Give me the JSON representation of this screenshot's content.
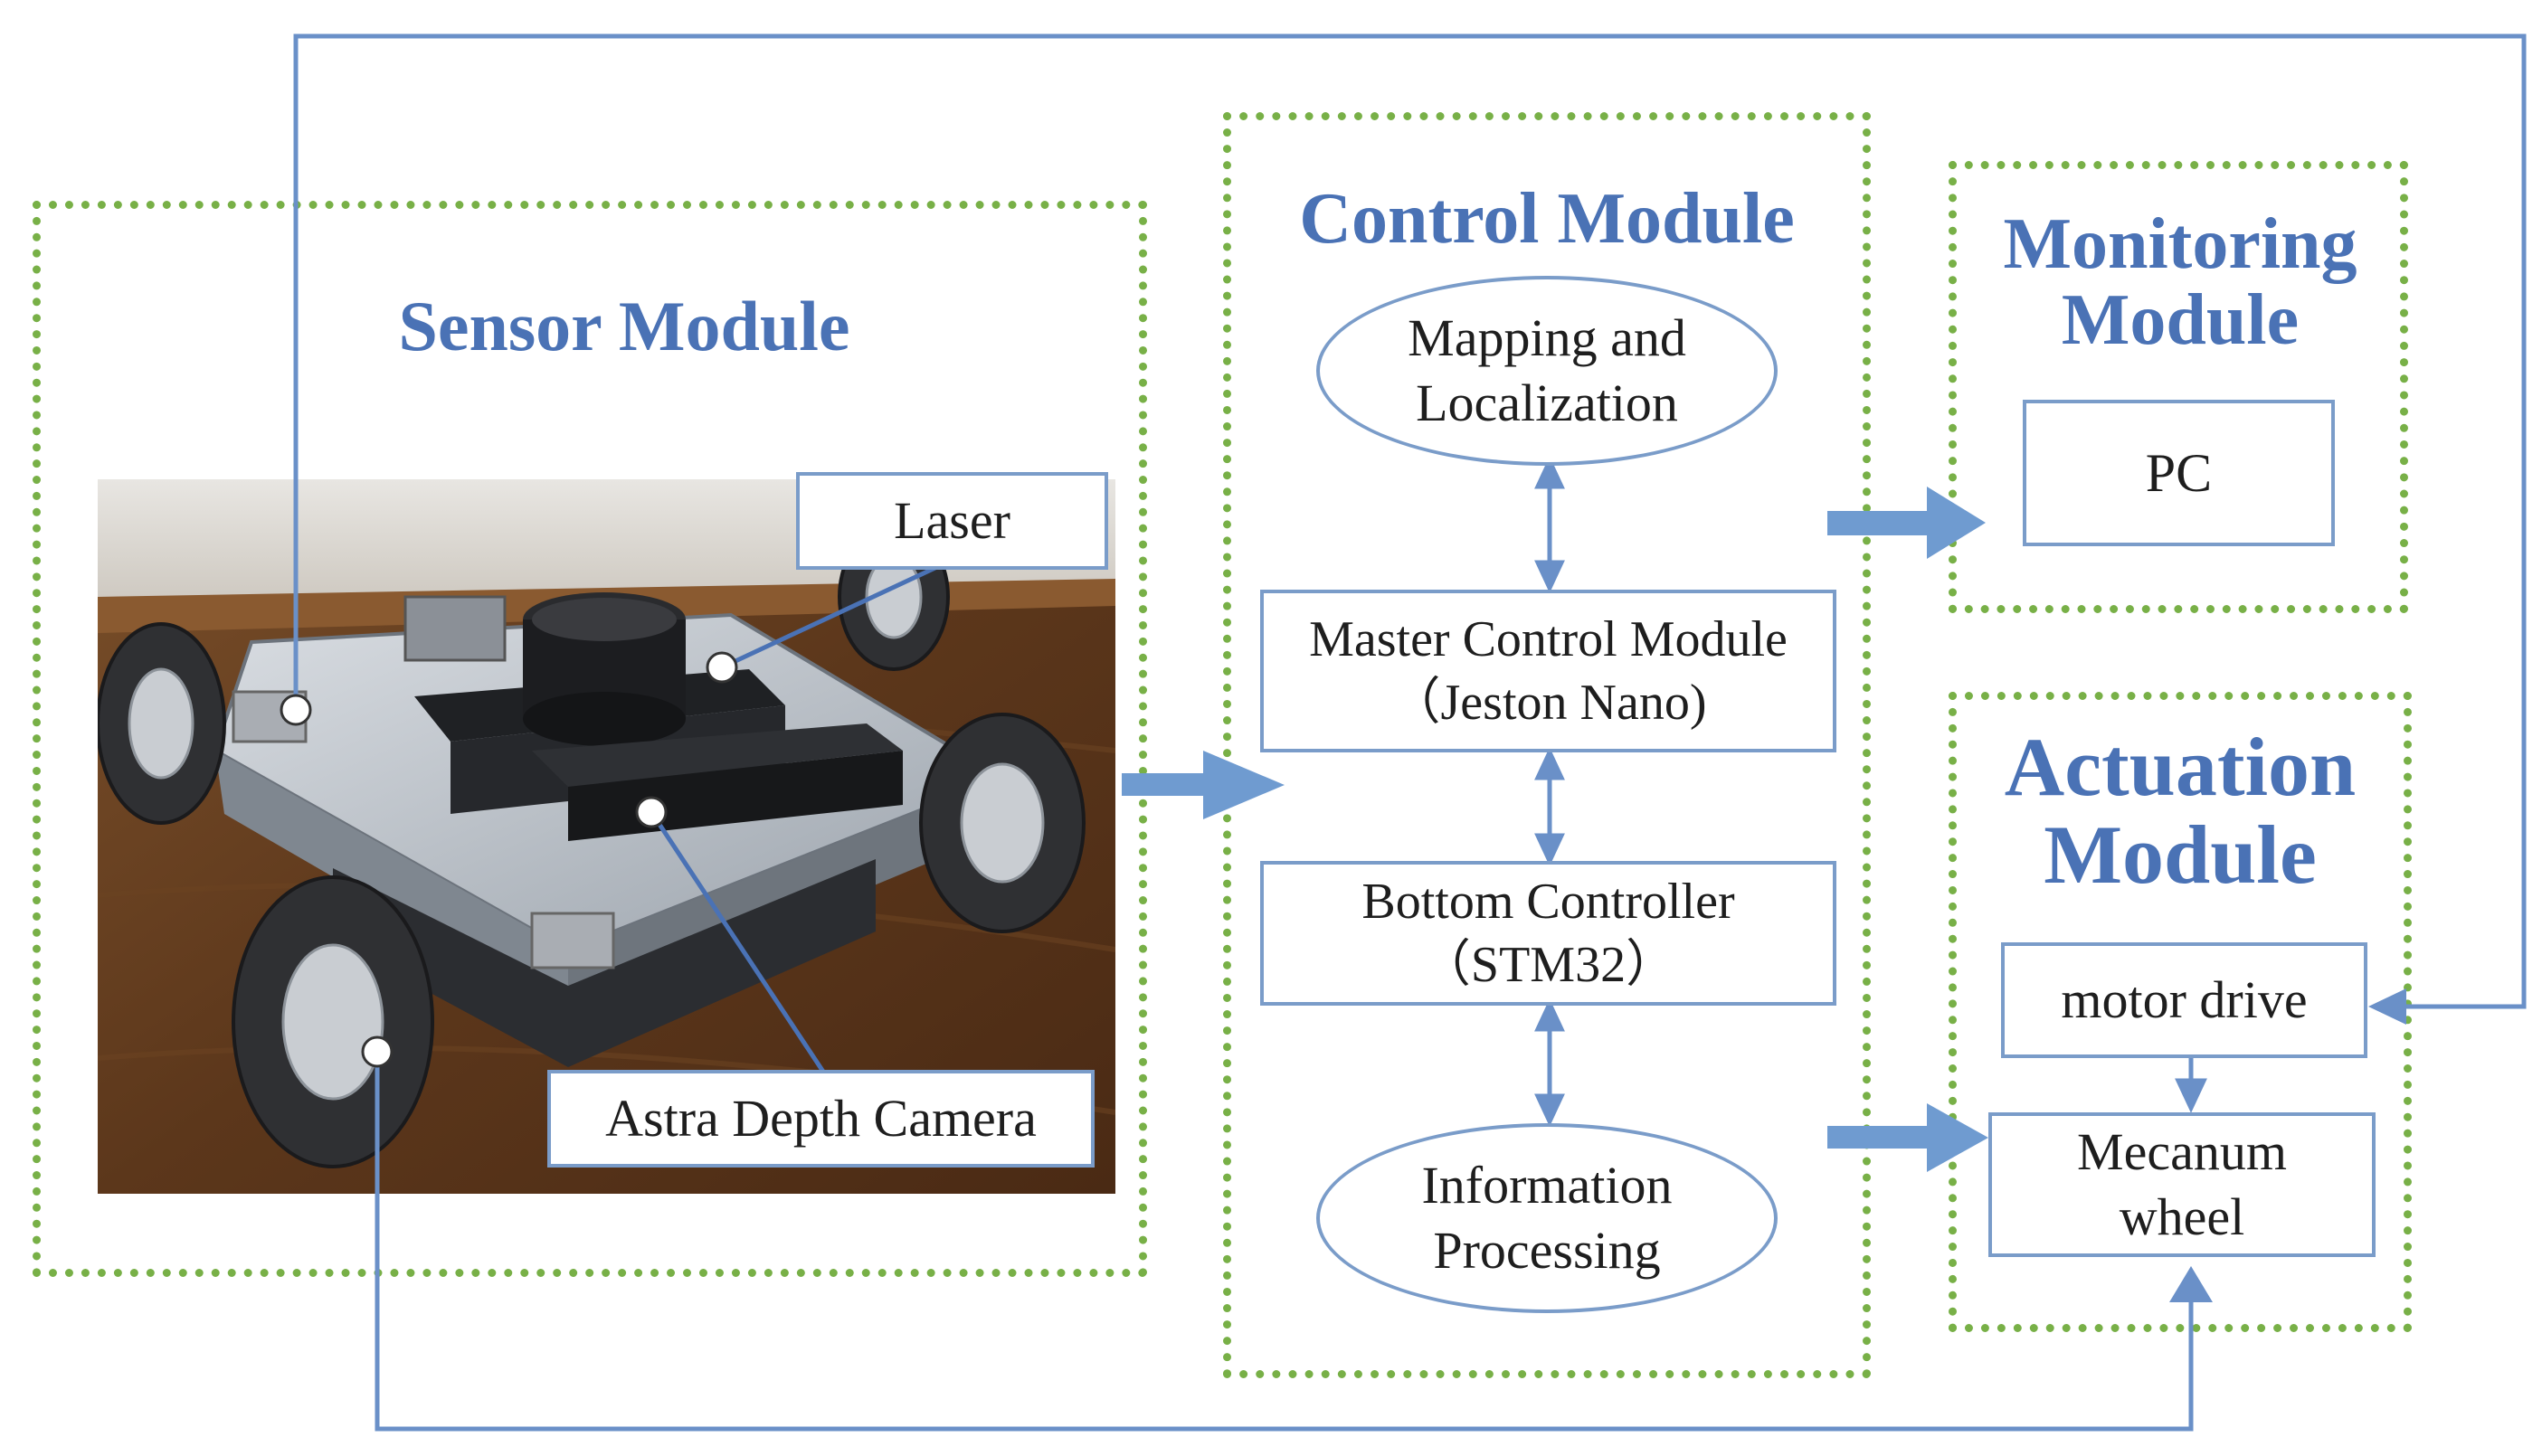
{
  "sensor_module": {
    "title": "Sensor Module",
    "laser_label": "Laser",
    "camera_label": "Astra Depth Camera"
  },
  "control_module": {
    "title": "Control Module",
    "mapping": "Mapping and\nLocalization",
    "master": "Master Control Module\n（Jeston Nano)",
    "bottom": "Bottom Controller\n（STM32）",
    "info": "Information\nProcessing"
  },
  "monitoring_module": {
    "title": "Monitoring\nModule",
    "pc": "PC"
  },
  "actuation_module": {
    "title": "Actuation\nModule",
    "motor": "motor drive",
    "wheel": "Mecanum\nwheel"
  },
  "colors": {
    "module_border": "#78b047",
    "title_text": "#4a72b5",
    "box_border": "#7a9cc9",
    "arrow": "#6f9bd0",
    "line": "#6a90c8"
  }
}
